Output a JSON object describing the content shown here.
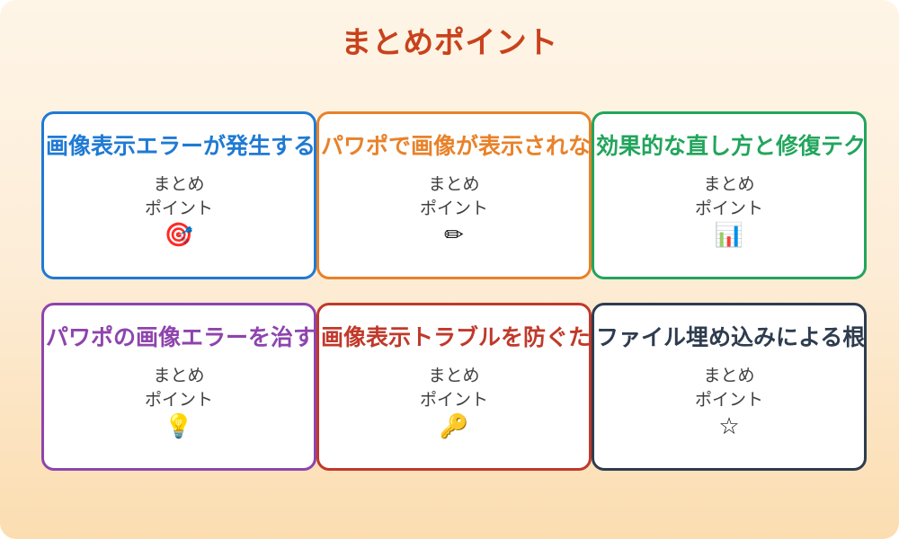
{
  "slide": {
    "title": "まとめポイント",
    "title_color": "#C8421C",
    "background_top_color": "#FEF5E7",
    "background_bottom_color": "#FBDDB0"
  },
  "cards": [
    {
      "title": "画像表示エラーが発生する",
      "body": "まとめ\nポイント",
      "icon": "dart-target-icon",
      "icon_glyph": "🎯",
      "color": "#1F7AD4"
    },
    {
      "title": "パワポで画像が表示されな",
      "body": "まとめ\nポイント",
      "icon": "pencil-icon",
      "icon_glyph": "✏",
      "color": "#E8822A"
    },
    {
      "title": "効果的な直し方と修復テク",
      "body": "まとめ\nポイント",
      "icon": "bar-chart-icon",
      "icon_glyph": "📊",
      "color": "#22A55C"
    },
    {
      "title": "パワポの画像エラーを治す",
      "body": "まとめ\nポイント",
      "icon": "lightbulb-icon",
      "icon_glyph": "💡",
      "color": "#8E44AD"
    },
    {
      "title": "画像表示トラブルを防ぐた",
      "body": "まとめ\nポイント",
      "icon": "key-icon",
      "icon_glyph": "🔑",
      "color": "#C0392B"
    },
    {
      "title": "ファイル埋め込みによる根",
      "body": "まとめ\nポイント",
      "icon": "star-icon",
      "icon_glyph": "☆",
      "color": "#2E3C4F"
    }
  ]
}
